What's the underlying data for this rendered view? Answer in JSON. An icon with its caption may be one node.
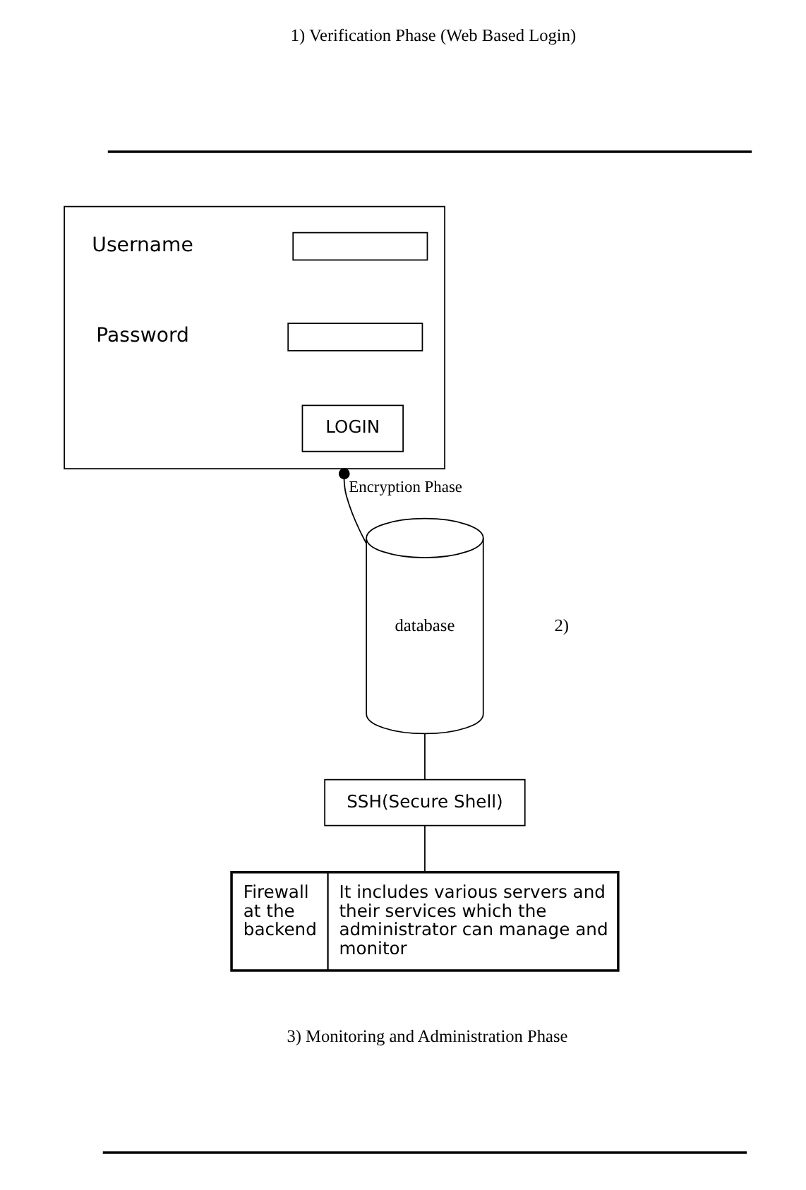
{
  "diagram": {
    "nodes": [
      {
        "text": [],
        "shape": "box"
      },
      {
        "text": [],
        "shape": "box",
        "in": 0
      },
      {
        "text": [],
        "shape": "box",
        "in": 0
      },
      {
        "text": [
          "LOGIN"
        ],
        "in": 0
      },
      {
        "text": [
          "database"
        ]
      },
      {
        "text": [
          "SSH(Secure Shell)"
        ]
      },
      {
        "text": [
          "Firewall at the backend",
          "It includes various servers and their services which the administrator can manage and monitor"
        ]
      }
    ],
    "edges": [
      {
        "from": 0,
        "to": 4,
        "arrow": "other",
        "label": "Encryption Phase"
      },
      {
        "from": 4,
        "to": 5,
        "arrow": "none"
      },
      {
        "from": 5,
        "to": 6,
        "arrow": "none"
      }
    ],
    "labels": [
      "1) Verification Phase (Web Based Login)",
      "Username",
      "Password",
      "2)",
      "3) Monitoring and Administration Phase"
    ]
  }
}
